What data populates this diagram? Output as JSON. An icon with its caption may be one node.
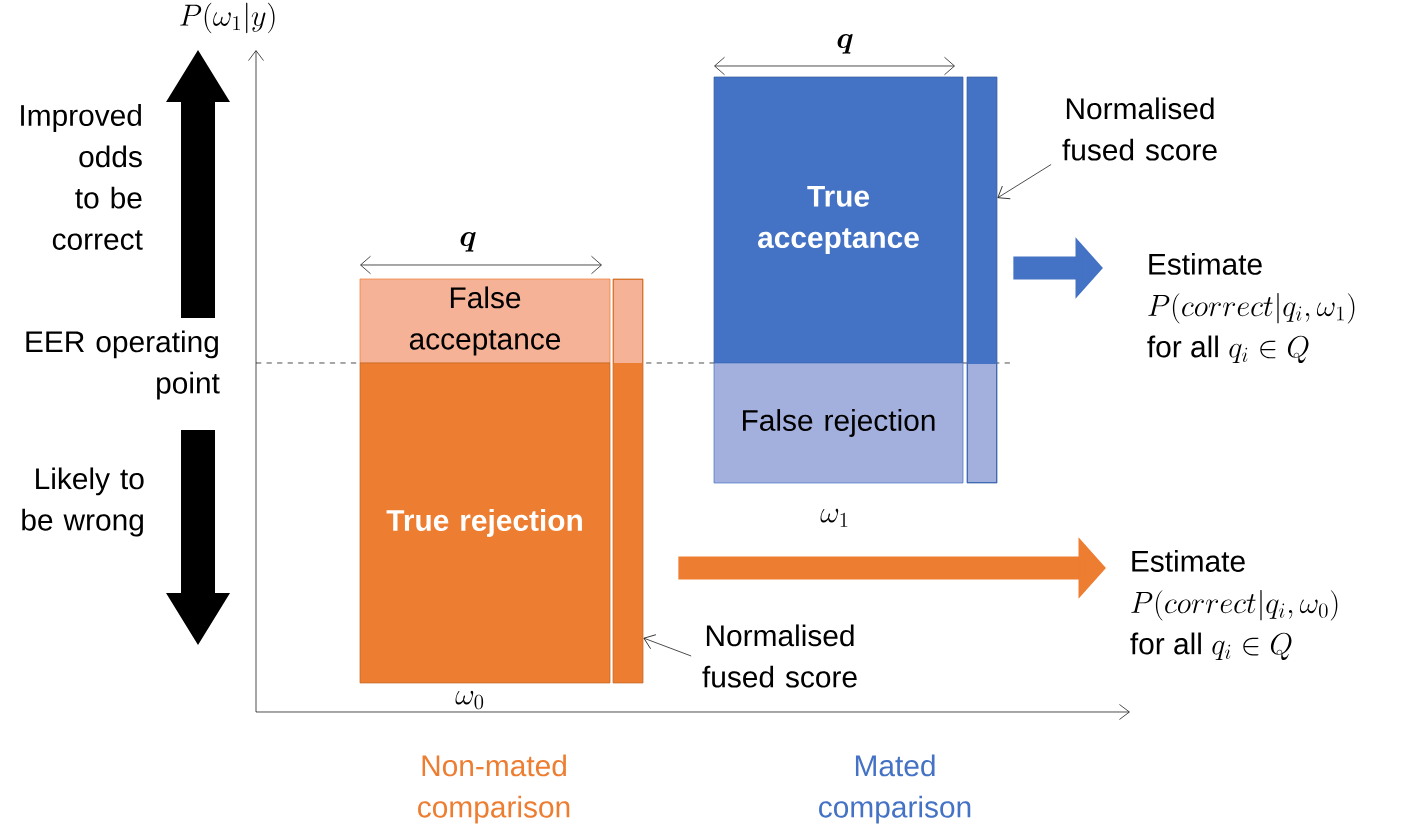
{
  "diagram": {
    "nodes": [
      {
        "text": [
          "False acceptance"
        ]
      },
      {
        "text": [
          "True rejection"
        ]
      },
      {
        "text": [],
        "shape": "bar"
      },
      {
        "text": [
          "True acceptance"
        ]
      },
      {
        "text": [
          "False rejection"
        ]
      },
      {
        "text": [],
        "shape": "bar"
      },
      {
        "text": [
          "Normalised fused score"
        ]
      },
      {
        "text": [
          "Normalised fused score"
        ]
      },
      {
        "text": [
          "Estimate",
          "P(correct|q_i,\\omega_1)",
          "\\text{for all } q_i \\in Q"
        ]
      },
      {
        "text": [
          "Estimate",
          "P(correct|q_i,\\omega_0)",
          "\\text{for all } q_i \\in Q"
        ]
      }
    ],
    "edges": [
      {
        "from": 6,
        "to": 2,
        "arrow": "to"
      },
      {
        "from": 7,
        "to": 5,
        "arrow": "to"
      },
      {
        "from": 5,
        "to": 8,
        "arrow": "to",
        "style": "thick",
        "color": "#4472c4"
      },
      {
        "from": 2,
        "to": 9,
        "arrow": "to",
        "style": "thick",
        "color": "#ed7d31"
      }
    ],
    "labels": [
      "P(\\omega_1|y)",
      "Improved odds to be correct",
      "EER operating point",
      "Likely to be wrong",
      "\\boldsymbol{q}",
      "\\boldsymbol{q}",
      "\\omega_0",
      "\\omega_1",
      "Non-mated comparison",
      "Mated comparison"
    ]
  }
}
